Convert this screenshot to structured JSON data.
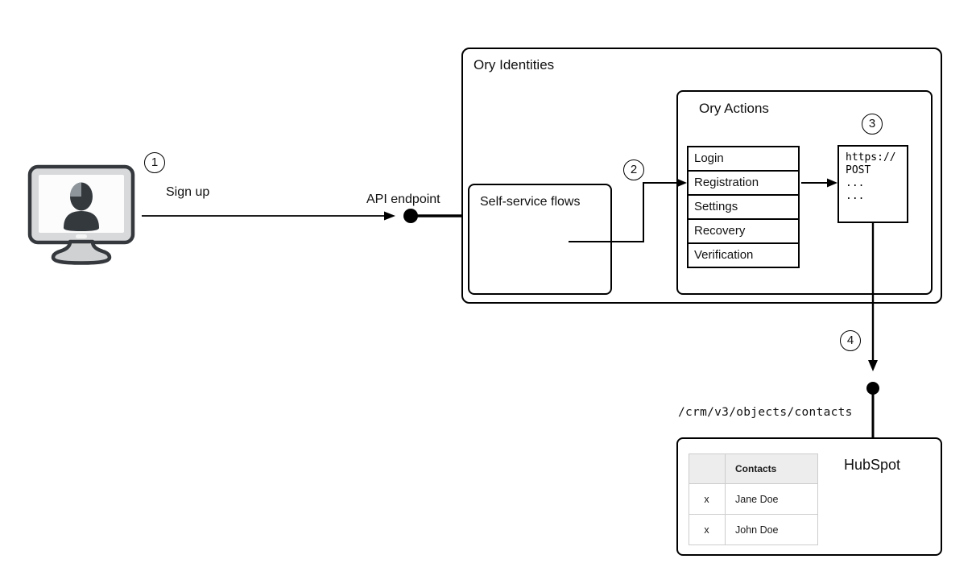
{
  "labels": {
    "sign_up": "Sign up",
    "api_endpoint": "API endpoint",
    "ory_identities": "Ory Identities",
    "self_service_flows": "Self-service flows",
    "ory_actions": "Ory Actions",
    "hubspot": "HubSpot",
    "crm_path": "/crm/v3/objects/contacts"
  },
  "steps": [
    "1",
    "2",
    "3",
    "4"
  ],
  "flows": [
    "Login",
    "Registration",
    "Settings",
    "Recovery",
    "Verification"
  ],
  "webhook": {
    "lines": [
      "https://",
      "POST",
      "...",
      "..."
    ]
  },
  "contacts": {
    "header": [
      "",
      "Contacts"
    ],
    "rows": [
      [
        "x",
        "Jane Doe"
      ],
      [
        "x",
        "John Doe"
      ]
    ]
  },
  "icons": {
    "workstation": "monitor-user-icon",
    "endpoint_dot": "filled-circle-endpoint"
  },
  "colors": {
    "line": "#000000",
    "box_border": "#000000",
    "table_header_bg": "#ededed",
    "table_border": "#cccccc",
    "monitor_body": "#d7d9da",
    "monitor_dark": "#35393d",
    "monitor_highlight": "#8f969b"
  }
}
